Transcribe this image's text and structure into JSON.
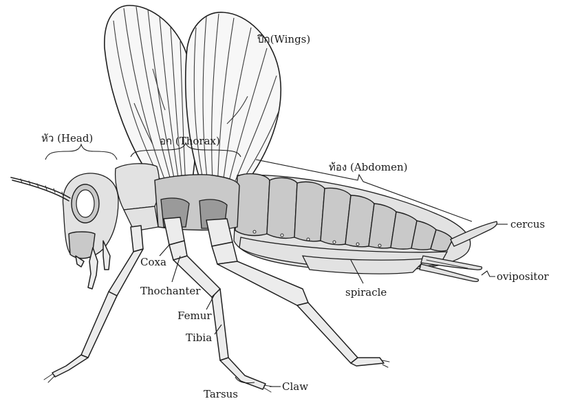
{
  "labels": {
    "wings": "ปีก(Wings)",
    "head": "หัว (Head)",
    "thorax": "อก (Thorax)",
    "abdomen": "ท้อง (Abdomen)",
    "cercus": "cercus",
    "ovipositor": "ovipositor",
    "spiracle": "spiracle",
    "coxa": "Coxa",
    "thochanter": "Thochanter",
    "femur": "Femur",
    "tibia": "Tibia",
    "tarsus": "Tarsus",
    "claw": "Claw"
  }
}
